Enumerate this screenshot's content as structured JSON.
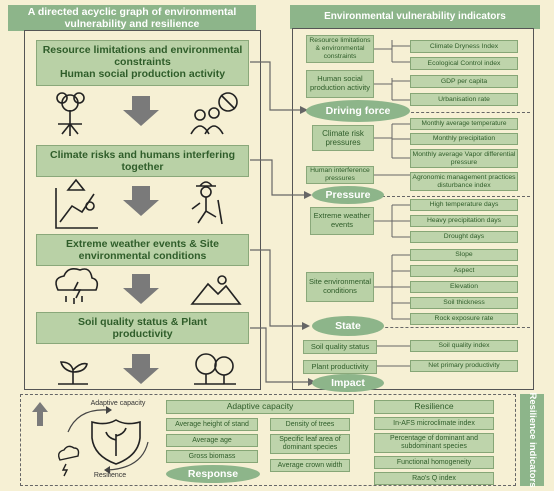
{
  "left_title": "A directed acyclic graph of environmental vulnerability and resilience",
  "right_title": "Environmental vulnerability indicators",
  "side_label": "Resilience indicators",
  "steps": [
    {
      "line1": "Resource limitations and environmental constraints",
      "line2": "Human social production activity"
    },
    {
      "line1": "Climate risks and humans interfering together"
    },
    {
      "line1": "Extreme weather events & Site environmental conditions"
    },
    {
      "line1": "Soil quality status & Plant productivity"
    }
  ],
  "stages": {
    "driving": "Driving force",
    "pressure": "Pressure",
    "state": "State",
    "impact": "Impact",
    "response": "Response"
  },
  "groups": {
    "resource": "Resource limitations & environmental constraints",
    "human": "Human social production activity",
    "climate": "Climate risk pressures",
    "interference": "Human interference pressures",
    "extreme": "Extreme weather events",
    "site": "Site environmental conditions",
    "soil": "Soil quality status",
    "plant": "Plant productivity"
  },
  "indicators": {
    "dryness": "Climate Dryness Index",
    "eco_control": "Ecological Control index",
    "gdp": "GDP per capita",
    "urban": "Urbanisation rate",
    "temp": "Monthly average temperature",
    "precip": "Monthly precipitation",
    "vpd": "Monthly average Vapor differential pressure",
    "agro": "Agronomic management practices disturbance index",
    "hightemp": "High temperature days",
    "heavyprecip": "Heavy precipitation days",
    "drought": "Drought days",
    "slope": "Slope",
    "aspect": "Aspect",
    "elevation": "Elevation",
    "soilthick": "Soil thickness",
    "rock": "Rock exposure rate",
    "soilidx": "Soil quality index",
    "npp": "Net primary productivity"
  },
  "adaptive": {
    "header": "Adaptive capacity",
    "items": [
      "Average height of stand",
      "Density of trees",
      "Average age",
      "Specific leaf area of dominant species",
      "Gross biomass",
      "Average crown width"
    ]
  },
  "resilience": {
    "header": "Resilience",
    "items": [
      "In-AFS microclimate index",
      "Percentage of dominant and subdominant species",
      "Functional homogeneity",
      "Rao's Q index"
    ]
  },
  "emblem": {
    "top": "Adaptive capacity",
    "bottom": "Resilience"
  }
}
